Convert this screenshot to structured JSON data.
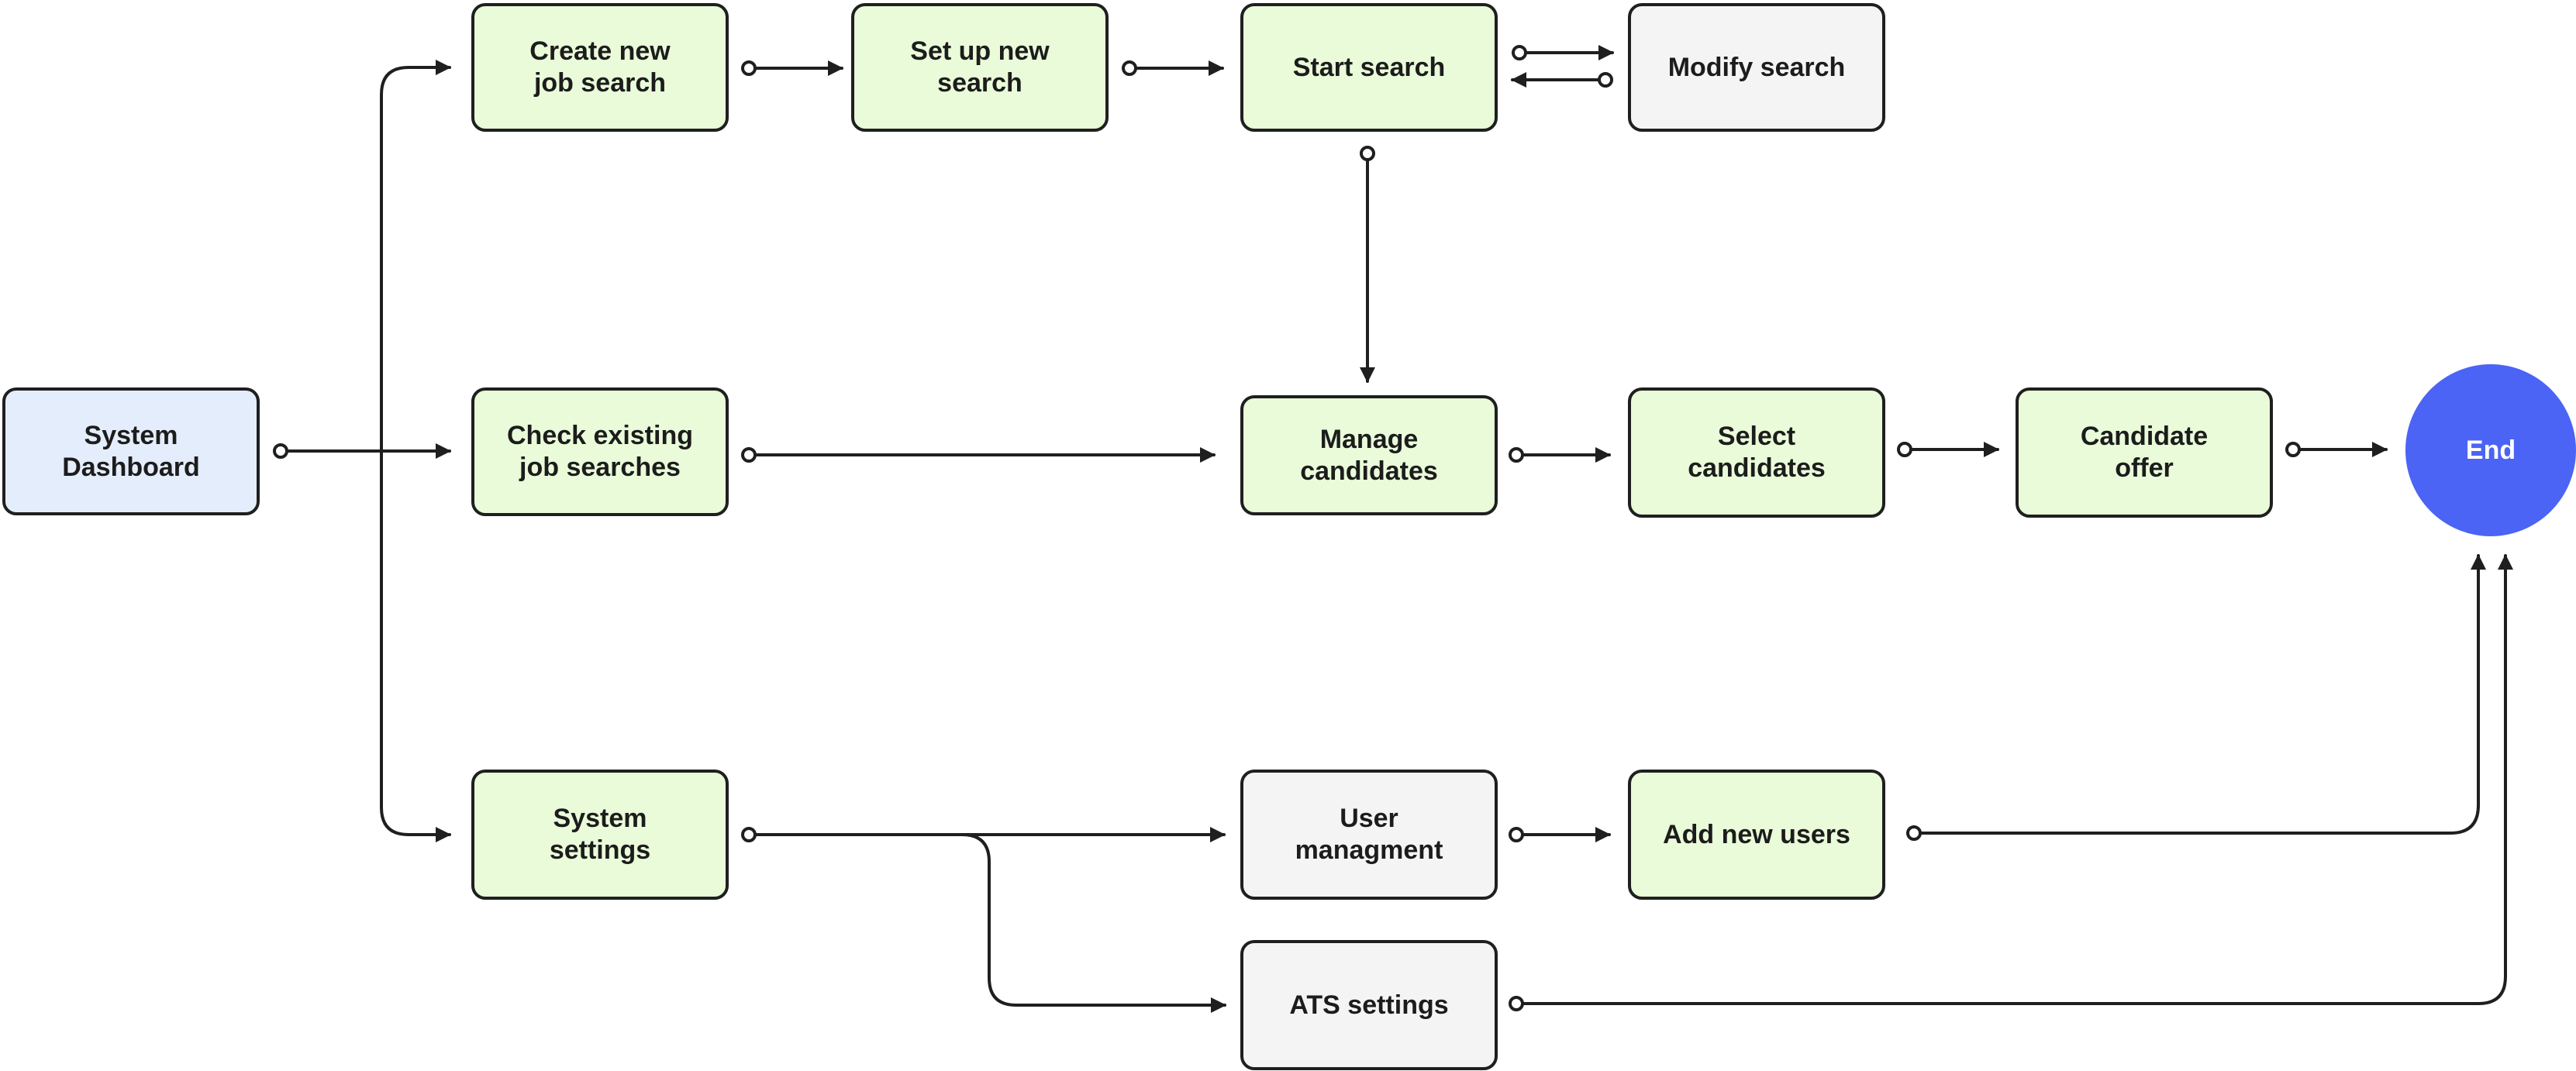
{
  "colors": {
    "entry": "#e4edfb",
    "step": "#e9fbd9",
    "neutral": "#f4f4f4",
    "end": "#4b64f5",
    "line": "#1f1f1f"
  },
  "nodes": {
    "dashboard": {
      "label": "System\nDashboard",
      "kind": "entry"
    },
    "create_search": {
      "label": "Create new\njob search",
      "kind": "step"
    },
    "setup_search": {
      "label": "Set up new\nsearch",
      "kind": "step"
    },
    "start_search": {
      "label": "Start search",
      "kind": "step"
    },
    "modify_search": {
      "label": "Modify search",
      "kind": "neutral"
    },
    "check_searches": {
      "label": "Check existing\njob searches",
      "kind": "step"
    },
    "manage_candidates": {
      "label": "Manage\ncandidates",
      "kind": "step"
    },
    "select_candidates": {
      "label": "Select\ncandidates",
      "kind": "step"
    },
    "candidate_offer": {
      "label": "Candidate\noffer",
      "kind": "step"
    },
    "end": {
      "label": "End",
      "kind": "end"
    },
    "system_settings": {
      "label": "System\nsettings",
      "kind": "step"
    },
    "user_management": {
      "label": "User\nmanagment",
      "kind": "neutral"
    },
    "add_users": {
      "label": "Add new users",
      "kind": "step"
    },
    "ats_settings": {
      "label": "ATS settings",
      "kind": "neutral"
    }
  },
  "edges": [
    [
      "dashboard",
      "create_search"
    ],
    [
      "dashboard",
      "check_searches"
    ],
    [
      "dashboard",
      "system_settings"
    ],
    [
      "create_search",
      "setup_search"
    ],
    [
      "setup_search",
      "start_search"
    ],
    [
      "start_search",
      "modify_search"
    ],
    [
      "modify_search",
      "start_search"
    ],
    [
      "start_search",
      "manage_candidates"
    ],
    [
      "check_searches",
      "manage_candidates"
    ],
    [
      "manage_candidates",
      "select_candidates"
    ],
    [
      "select_candidates",
      "candidate_offer"
    ],
    [
      "candidate_offer",
      "end"
    ],
    [
      "system_settings",
      "user_management"
    ],
    [
      "system_settings",
      "ats_settings"
    ],
    [
      "user_management",
      "add_users"
    ],
    [
      "add_users",
      "end"
    ],
    [
      "ats_settings",
      "end"
    ]
  ]
}
